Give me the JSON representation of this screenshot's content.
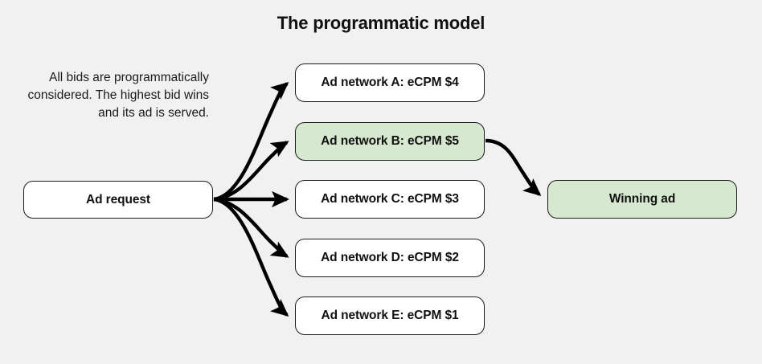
{
  "diagram": {
    "title": "The programmatic model",
    "background_color": "#f1f1f1",
    "description": "All bids are programmatically considered. The highest bid wins and its ad is served.",
    "source_node": {
      "id": "ad-request",
      "label": "Ad request",
      "fill": "#ffffff",
      "stroke": "#1b1b1b"
    },
    "network_nodes": [
      {
        "id": "network-a",
        "label": "Ad network A: eCPM $4",
        "network": "A",
        "ecpm": "$4",
        "ecpm_value": 4,
        "fill": "#ffffff",
        "highlighted": false
      },
      {
        "id": "network-b",
        "label": "Ad network B: eCPM $5",
        "network": "B",
        "ecpm": "$5",
        "ecpm_value": 5,
        "fill": "#d6e8d0",
        "highlighted": true
      },
      {
        "id": "network-c",
        "label": "Ad network C: eCPM $3",
        "network": "C",
        "ecpm": "$3",
        "ecpm_value": 3,
        "fill": "#ffffff",
        "highlighted": false
      },
      {
        "id": "network-d",
        "label": "Ad network D: eCPM $2",
        "network": "D",
        "ecpm": "$2",
        "ecpm_value": 2,
        "fill": "#ffffff",
        "highlighted": false
      },
      {
        "id": "network-e",
        "label": "Ad network E: eCPM $1",
        "network": "E",
        "ecpm": "$1",
        "ecpm_value": 1,
        "fill": "#ffffff",
        "highlighted": false
      }
    ],
    "result_node": {
      "id": "winning-ad",
      "label": "Winning ad",
      "fill": "#d6e8d0",
      "stroke": "#1b1b1b"
    },
    "edges": [
      {
        "from": "ad-request",
        "to": "network-a"
      },
      {
        "from": "ad-request",
        "to": "network-b"
      },
      {
        "from": "ad-request",
        "to": "network-c"
      },
      {
        "from": "ad-request",
        "to": "network-d"
      },
      {
        "from": "ad-request",
        "to": "network-e"
      },
      {
        "from": "network-b",
        "to": "winning-ad"
      }
    ],
    "edge_color": "#000000"
  }
}
